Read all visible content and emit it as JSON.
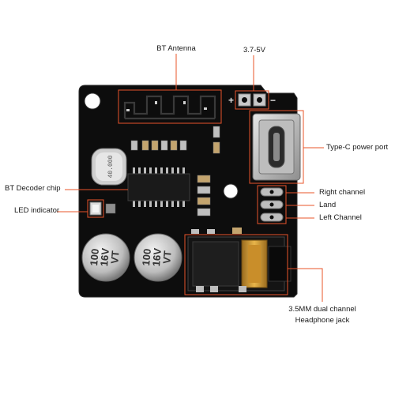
{
  "labels": {
    "bt_antenna": "BT Antenna",
    "power_input": "3.7-5V",
    "type_c_port": "Type-C power port",
    "bt_decoder_chip": "BT Decoder chip",
    "led_indicator": "LED indicator",
    "right_channel": "Right channel",
    "land": "Land",
    "left_channel": "Left Channel",
    "headphone_jack_line1": "3.5MM dual channel",
    "headphone_jack_line2": "Headphone jack"
  },
  "board_markings": {
    "plus": "+",
    "minus": "−",
    "crystal_text": "40.000",
    "capacitor_1": [
      "100",
      "16V",
      "VT"
    ],
    "capacitor_2": [
      "100",
      "16V",
      "VT"
    ]
  },
  "colors": {
    "board": "#0d0d0d",
    "callout": "#e8542a",
    "text": "#1a1a1a"
  }
}
